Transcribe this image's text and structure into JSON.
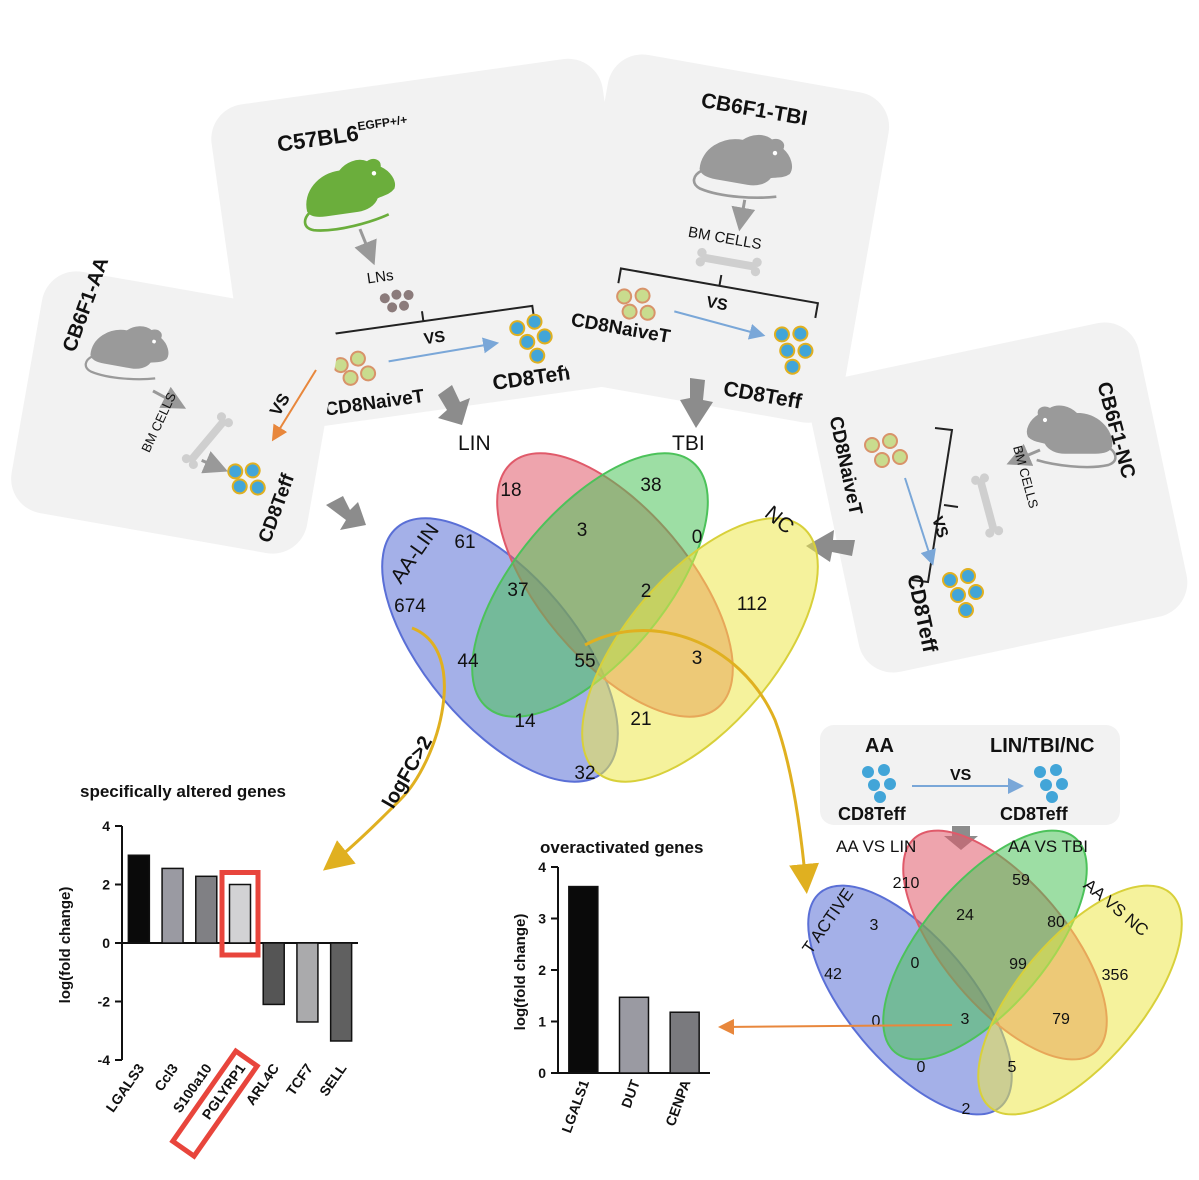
{
  "panels": {
    "c57": {
      "title": "C57BL6",
      "title_sup": "EGFP+/+",
      "tissue": "LNs",
      "naive": "CD8NaiveT",
      "vs": "VS",
      "effector": "CD8Teff"
    },
    "tbi": {
      "title": "CB6F1-TBI",
      "tissue": "BM CELLS",
      "naive": "CD8NaiveT",
      "vs": "VS",
      "effector": "CD8Teff"
    },
    "aa": {
      "title": "CB6F1-AA",
      "tissue": "BM CELLS",
      "vs": "VS",
      "effector": "CD8Teff"
    },
    "nc": {
      "title": "CB6F1-NC",
      "tissue": "BM CELLS",
      "naive": "CD8NaiveT",
      "vs": "VS",
      "effector": "CD8Teff"
    }
  },
  "venn_main": {
    "sets": [
      "AA-LIN",
      "LIN",
      "TBI",
      "NC"
    ],
    "colors": [
      "#5a6fd6",
      "#e05a6a",
      "#4cc25a",
      "#ece84a"
    ],
    "counts": [
      "674",
      "18",
      "38",
      "112",
      "61",
      "3",
      "0",
      "37",
      "2",
      "44",
      "55",
      "3",
      "14",
      "21",
      "32"
    ]
  },
  "venn_small": {
    "sets": [
      "T ACTIVE",
      "AA VS LIN",
      "AA VS TBI",
      "AA VS NC"
    ],
    "colors": [
      "#5a6fd6",
      "#e05a6a",
      "#4cc25a",
      "#ece84a"
    ],
    "counts": [
      "42",
      "210",
      "59",
      "356",
      "3",
      "24",
      "80",
      "0",
      "99",
      "0",
      "3",
      "79",
      "0",
      "5",
      "2"
    ]
  },
  "compare_box": {
    "left": "AA",
    "right": "LIN/TBI/NC",
    "vs": "VS",
    "left_cell": "CD8Teff",
    "right_cell": "CD8Teff"
  },
  "arrow_label": "logFC>2",
  "highlight_color": "#e8453c",
  "chart_data": [
    {
      "type": "bar",
      "title": "specifically altered genes",
      "ylabel": "log(fold change)",
      "ylim": [
        -4,
        4
      ],
      "yticks": [
        "4",
        "2",
        "0",
        "-2",
        "-4"
      ],
      "categories": [
        "LGALS3",
        "Ccl3",
        "S100a10",
        "PGLYRP1",
        "ARL4C",
        "TCF7",
        "SELL"
      ],
      "values": [
        3.0,
        2.55,
        2.28,
        2.0,
        -2.1,
        -2.7,
        -3.35
      ],
      "colors": [
        "#0a0a0a",
        "#9a9aa2",
        "#808084",
        "#d2d2d4",
        "#555555",
        "#aaaaac",
        "#606060"
      ],
      "highlight": "PGLYRP1"
    },
    {
      "type": "bar",
      "title": "overactivated genes",
      "ylabel": "log(fold change)",
      "ylim": [
        0,
        4
      ],
      "yticks": [
        "4",
        "3",
        "2",
        "1",
        "0"
      ],
      "categories": [
        "LGALS1",
        "DUT",
        "CENPA"
      ],
      "values": [
        3.62,
        1.47,
        1.18
      ],
      "colors": [
        "#0a0a0a",
        "#9a9aa2",
        "#7a7a7e"
      ]
    }
  ]
}
